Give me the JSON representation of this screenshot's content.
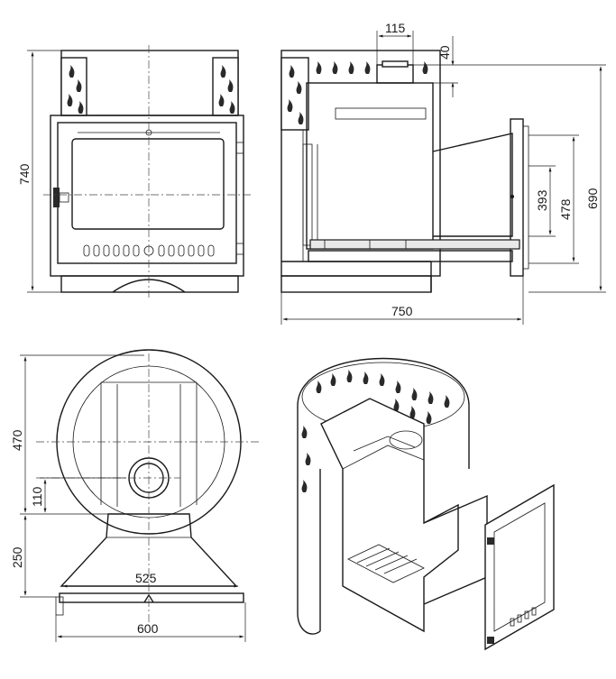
{
  "dimensions": {
    "front_height": "740",
    "side_top_width": "115",
    "side_top_height": "40",
    "side_door_height": "393",
    "side_frame_height": "478",
    "side_total_height": "690",
    "side_total_width": "750",
    "top_body_depth": "470",
    "top_flue_offset": "110",
    "top_tunnel_depth": "250",
    "top_frame_width": "525",
    "top_total_width": "600"
  }
}
